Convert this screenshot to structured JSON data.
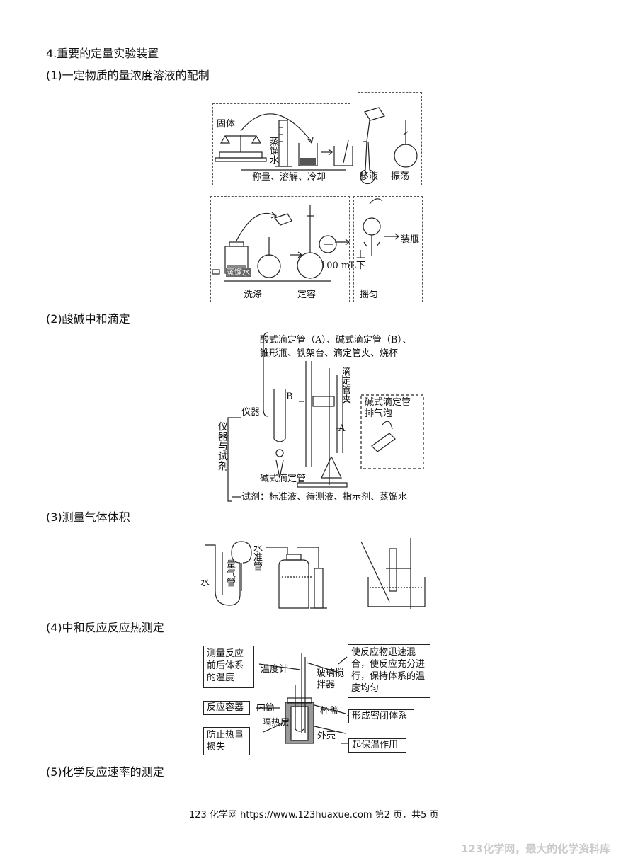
{
  "section_title": "4.重要的定量实验装置",
  "sub1": {
    "title": "(1)一定物质的量浓度溶液的配制",
    "solid": "固体",
    "water": "蒸馏水",
    "step1": "称量、溶解、冷却",
    "transfer": "移液",
    "shake": "振荡",
    "wash": "洗涤",
    "dilute": "定容",
    "flask_mark": "100 mL",
    "mix": "摇匀",
    "bottle": "装瓶",
    "up": "上",
    "down": "下",
    "bottle_label": "蒸馏水"
  },
  "sub2": {
    "title": "(2)酸碱中和滴定",
    "apparatus_list_1": "酸式滴定管（A）、碱式滴定管（B）、",
    "apparatus_list_2": "锥形瓶、铁架台、滴定管夹、烧杯",
    "instruments": "仪器",
    "bracket": "仪器与试剂",
    "clamp": "滴定管夹",
    "label_b": "B",
    "label_a": "A",
    "bubble": "碱式滴定管排气泡",
    "base_burette": "碱式滴定管",
    "reagents": "试剂：标准液、待测液、指示剂、蒸馏水"
  },
  "sub3": {
    "title": "(3)测量气体体积",
    "water": "水",
    "gas_tube": "量气管",
    "level_tube": "水准管"
  },
  "sub4": {
    "title": "(4)中和反应反应热测定",
    "measure": "测量反应前后体系的温度",
    "thermometer": "温度计",
    "stirrer": "玻璃搅拌器",
    "stirrer_purpose": "使反应物迅速混合，使反应充分进行，保持体系的温度均匀",
    "vessel": "反应容器",
    "inner": "内筒",
    "lid": "杯盖",
    "seal": "形成密闭体系",
    "insulation": "隔热层",
    "prevent": "防止热量损失",
    "shell": "外壳",
    "keep_warm": "起保温作用"
  },
  "sub5": {
    "title": "(5)化学反应速率的测定"
  },
  "footer": "123 化学网 https://www.123huaxue.com 第2 页，共5 页",
  "watermark": "123化学网，最大的化学资料库"
}
